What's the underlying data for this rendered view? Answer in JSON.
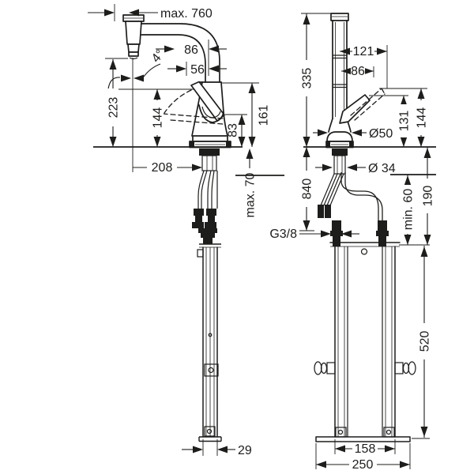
{
  "drawing": {
    "colors": {
      "line": "#1d1d1b",
      "background": "#ffffff"
    },
    "side_view": {
      "max_pullout": "max. 760",
      "spray_angle": "4°",
      "reach_86": "86",
      "reach_56": "56",
      "height_223": "223",
      "height_144": "144",
      "height_161": "161",
      "height_83": "83",
      "reach_208": "208",
      "counter_max_70": "max. 70",
      "box_depth_29": "29"
    },
    "front_view": {
      "height_335": "335",
      "handle_width_121": "121",
      "handle_width_86": "86",
      "height_131": "131",
      "height_144": "144",
      "escutcheon_dia": "Ø50",
      "hole_dia": "Ø 34",
      "hose_length_840": "840",
      "clearance_190": "190",
      "clearance_min_60": "min. 60",
      "thread": "G3/8",
      "box_height_520": "520",
      "rail_width_158": "158",
      "box_width_250": "250"
    }
  }
}
